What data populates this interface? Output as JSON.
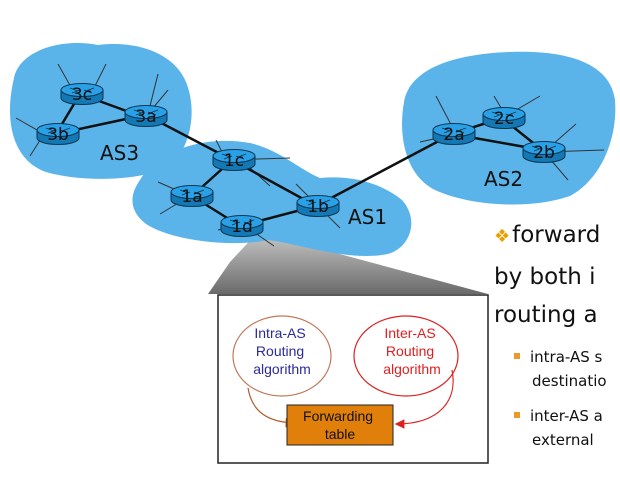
{
  "autonomous_systems": [
    {
      "id": "AS3",
      "label": "AS3"
    },
    {
      "id": "AS2",
      "label": "AS2"
    },
    {
      "id": "AS1",
      "label": "AS1"
    }
  ],
  "routers": {
    "3c": "3c",
    "3a": "3a",
    "3b": "3b",
    "1c": "1c",
    "1a": "1a",
    "1d": "1d",
    "1b": "1b",
    "2a": "2a",
    "2c": "2c",
    "2b": "2b"
  },
  "zoom_box": {
    "intra_as": [
      "Intra-AS",
      "Routing",
      "algorithm"
    ],
    "inter_as": [
      "Inter-AS",
      "Routing",
      "algorithm"
    ],
    "forwarding_table": [
      "Forwarding",
      "table"
    ]
  },
  "bullets": {
    "main": [
      "forward",
      "by both i",
      "routing a"
    ],
    "sub": [
      [
        "intra-AS s",
        "destinatio"
      ],
      [
        "inter-AS a",
        "external "
      ]
    ]
  },
  "colors": {
    "as_cloud": "#5ab4ea",
    "router": "#1a90d4",
    "intra_as_text": "#2a2a9a",
    "inter_as_text": "#e02020",
    "forwarding_fill": "#e0800a",
    "bullet_accent": "#e89a2a"
  }
}
